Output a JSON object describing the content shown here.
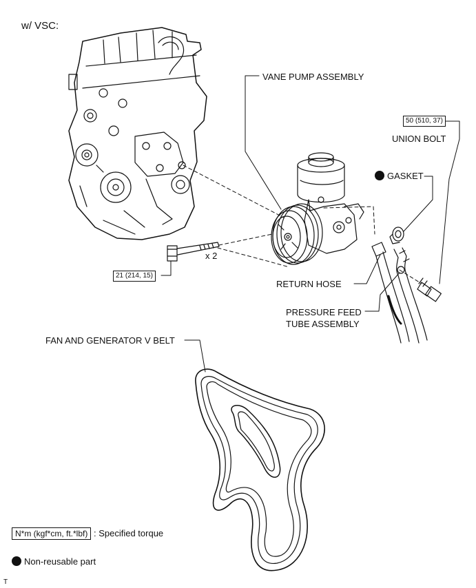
{
  "variant_label": "w/ VSC:",
  "labels": {
    "vane_pump": "VANE PUMP ASSEMBLY",
    "union_bolt": "UNION BOLT",
    "gasket": "GASKET",
    "return_hose": "RETURN HOSE",
    "pressure_feed_line1": "PRESSURE FEED",
    "pressure_feed_line2": "TUBE ASSEMBLY",
    "fan_belt": "FAN AND GENERATOR V BELT",
    "quantity": "x 2"
  },
  "torques": {
    "union_bolt": "50 (510, 37)",
    "pump_bolt": "21 (214, 15)"
  },
  "legend": {
    "torque_units": "N*m (kgf*cm, ft.*lbf)",
    "torque_text": ": Specified torque",
    "nonreusable_text": "Non-reusable part"
  },
  "footer_mark": "T"
}
